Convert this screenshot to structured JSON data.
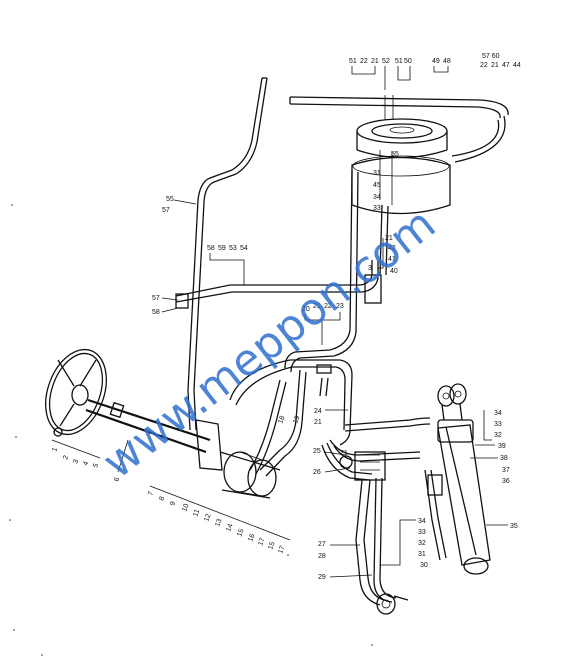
{
  "watermark": "www.meppon.com",
  "part_numbers": {
    "top_group_a": [
      "51",
      "22",
      "21",
      "52",
      "51",
      "50"
    ],
    "top_group_b": [
      "49",
      "48"
    ],
    "top_group_c_header": "57 60",
    "top_group_c": [
      "22",
      "21",
      "47",
      "44"
    ],
    "right_of_tank": [
      "55",
      "31",
      "45",
      "34",
      "33",
      "21",
      "42",
      "41",
      "3",
      "40"
    ],
    "left_upper": [
      "55",
      "57"
    ],
    "middle_row": [
      "58",
      "59",
      "53",
      "54"
    ],
    "left_mid": [
      "57",
      "58"
    ],
    "center_group": [
      "20",
      "21",
      "22",
      "23"
    ],
    "column_side": [
      "18",
      "19"
    ],
    "valve_side": [
      "24",
      "21",
      "25",
      "26",
      "21"
    ],
    "cylinder_top": [
      "34",
      "33",
      "32",
      "39",
      "38",
      "37",
      "36"
    ],
    "cylinder_right": [
      "35"
    ],
    "bottom_center": [
      "27",
      "28",
      "29",
      "34",
      "33",
      "32",
      "31",
      "30"
    ],
    "steering_left": [
      "1",
      "2",
      "3",
      "4",
      "5",
      "6"
    ],
    "steering_bottom": [
      "7",
      "8",
      "9",
      "10",
      "11",
      "12",
      "13",
      "14",
      "15",
      "16",
      "17",
      "15",
      "17"
    ]
  }
}
